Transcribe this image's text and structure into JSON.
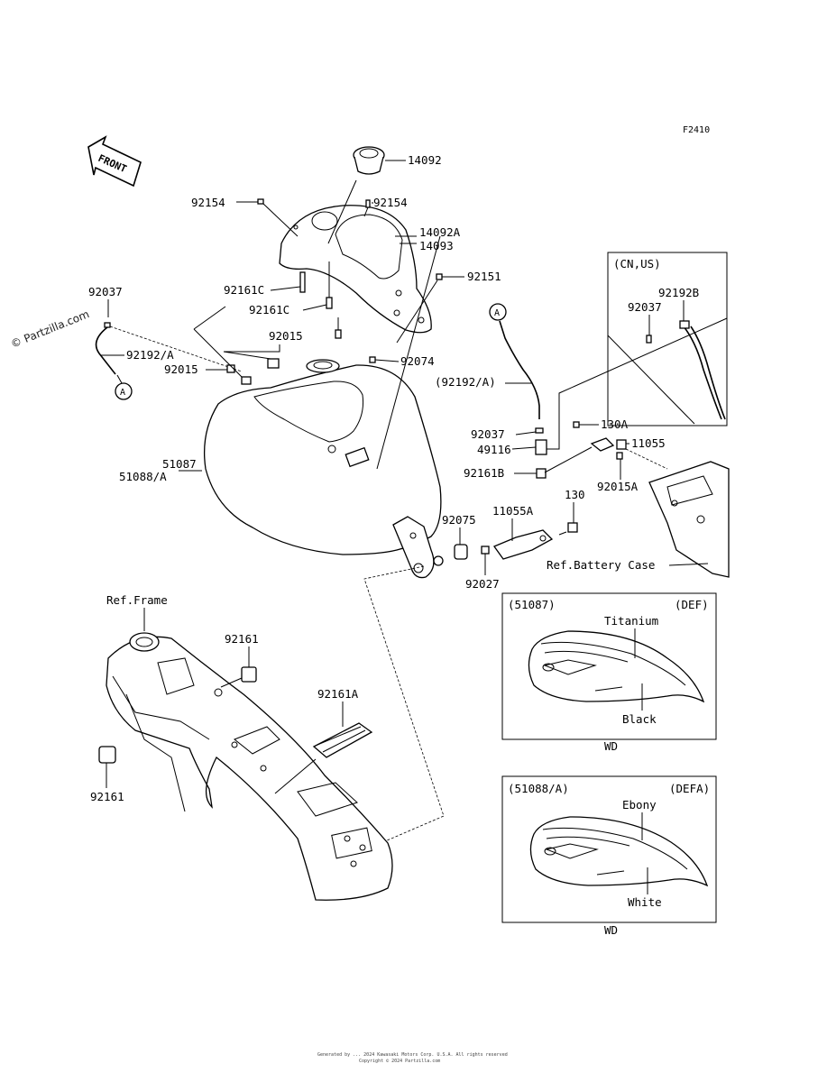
{
  "figure_code": "F2410",
  "watermark": "© Partzilla.com",
  "front_label": "FRONT",
  "circle_ref": "A",
  "footer": {
    "line1": "Generated by ... 2024 Kawasaki Motors Corp. U.S.A. All rights reserved",
    "line2": "Copyright © 2024 Partzilla.com"
  },
  "labels": {
    "p14092": "14092",
    "p92154_left": "92154",
    "p92154_right": "92154",
    "p14092A": "14092A",
    "p14093": "14093",
    "p92151": "92151",
    "p92037_left": "92037",
    "p92161C_1": "92161C",
    "p92161C_2": "92161C",
    "p92015_top": "92015",
    "p92192A_left": "92192/A",
    "p92015_left": "92015",
    "p92074": "92074",
    "p92192A_paren": "(92192/A)",
    "p92037_mid": "92037",
    "p49116": "49116",
    "p92161B": "92161B",
    "p130A": "130A",
    "p11055": "11055",
    "p92015A": "92015A",
    "p51087": "51087",
    "p51088A": "51088/A",
    "p92075": "92075",
    "p11055A": "11055A",
    "p130": "130",
    "p92027": "92027",
    "ref_battery": "Ref.Battery Case",
    "ref_frame": "Ref.Frame",
    "p92161_top": "92161",
    "p92161A": "92161A",
    "p92161_bottom": "92161"
  },
  "cn_us_box": {
    "title": "(CN,US)",
    "p92192B": "92192B",
    "p92037": "92037"
  },
  "color_box_1": {
    "part": "(51087)",
    "code": "(DEF)",
    "upper_color": "Titanium",
    "lower_color": "Black",
    "caption": "WD"
  },
  "color_box_2": {
    "part": "(51088/A)",
    "code": "(DEFA)",
    "upper_color": "Ebony",
    "lower_color": "White",
    "caption": "WD"
  }
}
